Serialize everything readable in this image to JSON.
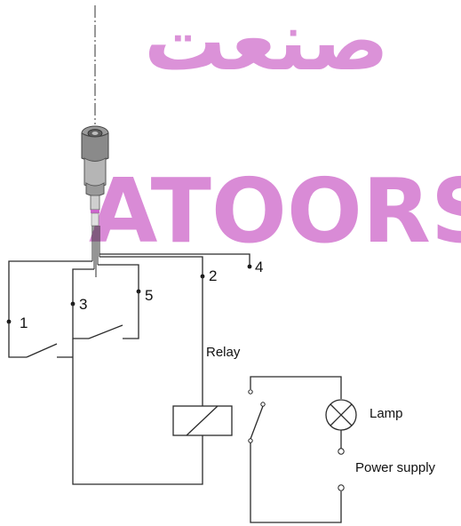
{
  "watermark": {
    "arabic_text": "صنعت",
    "latin_text": "ATOORSA",
    "color": "#d57fd2"
  },
  "terminals": {
    "t1": "1",
    "t2": "2",
    "t3": "3",
    "t4": "4",
    "t5": "5"
  },
  "labels": {
    "relay": "Relay",
    "lamp": "Lamp",
    "power_supply": "Power supply"
  },
  "colors": {
    "line": "#2b2b2b",
    "sensor_tip": "#cc66cc"
  }
}
